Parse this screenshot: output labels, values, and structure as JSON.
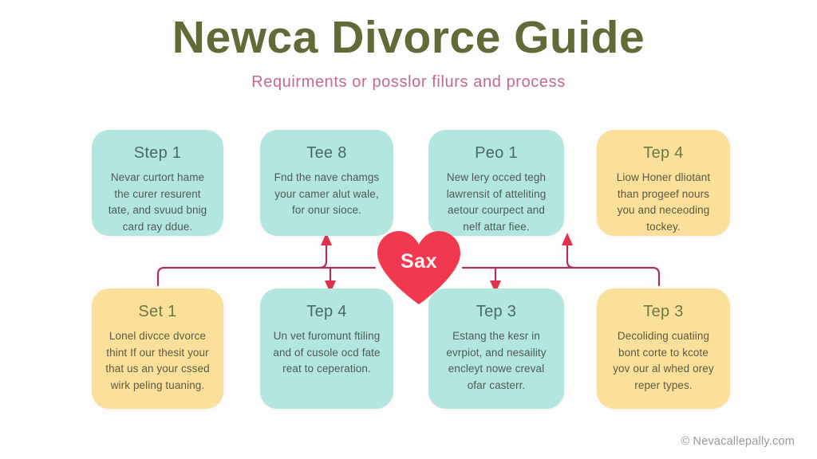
{
  "header": {
    "title": "Newca Divorce Guide",
    "subtitle": "Requirments or posslor filurs and process",
    "title_color": "#626b37",
    "subtitle_color": "#c46b85"
  },
  "center": {
    "label": "Sax",
    "shape": "heart",
    "color": "#f0384f",
    "label_color": "#fdf2f3"
  },
  "theme": {
    "background": "#fcfdfc",
    "teal_card": "#b3e6de",
    "yellow_card": "#fae09a",
    "connector": "#a8325a",
    "arrow": "#e0324e"
  },
  "cards": [
    {
      "title": "Step 1",
      "body": "Nevar curtort hame the curer resurent tate, and svuud bnig card ray ddue.",
      "color": "teal",
      "row": "top",
      "column": 1
    },
    {
      "title": "Tee 8",
      "body": "Fnd the nave chamgs your camer alut wale, for onur sioce.",
      "color": "teal",
      "row": "top",
      "column": 2
    },
    {
      "title": "Peo 1",
      "body": "New lery occed tegh lawrensit of atteliting aetour courpect and nelf attar fiee.",
      "color": "teal",
      "row": "top",
      "column": 3
    },
    {
      "title": "Tep 4",
      "body": "Liow Honer dliotant than progeef nours you and neceoding tockey.",
      "color": "yellow",
      "row": "top",
      "column": 4
    },
    {
      "title": "Set 1",
      "body": "Lonel divcce dvorce thint If our thesit your that us an your cssed wirk peling tuaning.",
      "color": "yellow",
      "row": "bottom",
      "column": 1
    },
    {
      "title": "Tep 4",
      "body": "Un vet furomunt ftiling and of cusole ocd fate reat to ceperation.",
      "color": "teal",
      "row": "bottom",
      "column": 2
    },
    {
      "title": "Tep 3",
      "body": "Estang the kesr in evrpiot, and nesaility encleyt nowe creval ofar casterr.",
      "color": "teal",
      "row": "bottom",
      "column": 3
    },
    {
      "title": "Tep 3",
      "body": "Decoliding cuatiing bont corte to kcote yov our al whed orey reper types.",
      "color": "yellow",
      "row": "bottom",
      "column": 4
    }
  ],
  "footer": {
    "credit": "© Nevacallepally.com"
  }
}
